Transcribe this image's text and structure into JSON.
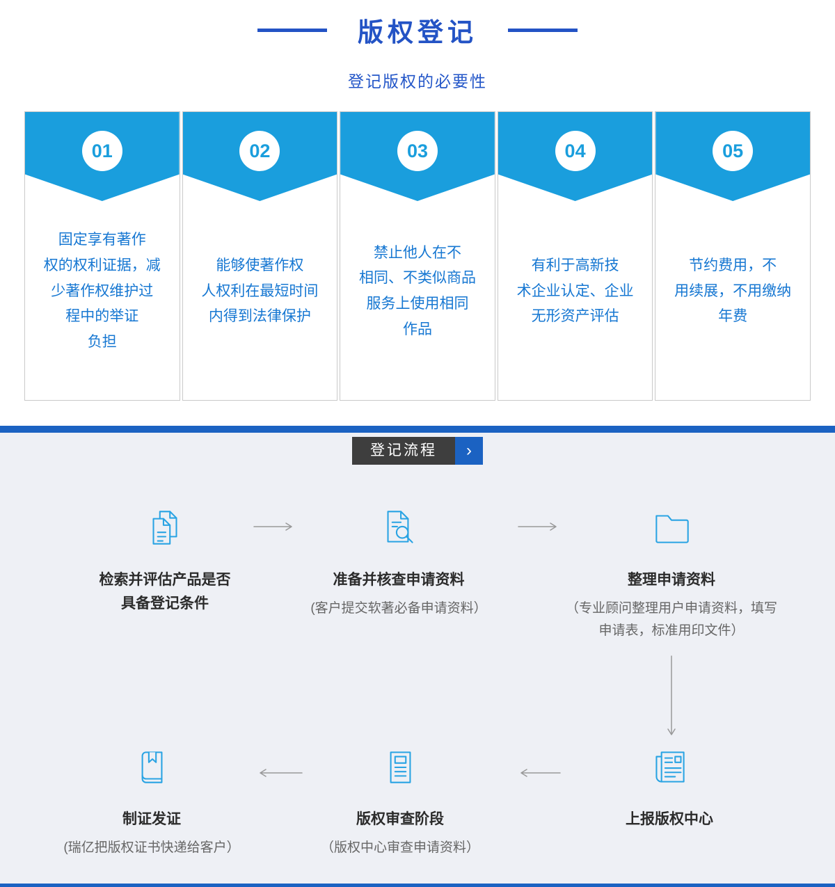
{
  "header": {
    "title": "版权登记",
    "subtitle": "登记版权的必要性"
  },
  "cards": [
    {
      "number": "01",
      "text": "固定享有著作\n权的权利证据，减\n少著作权维护过\n程中的举证\n负担"
    },
    {
      "number": "02",
      "text": "能够使著作权\n人权利在最短时间\n内得到法律保护"
    },
    {
      "number": "03",
      "text": "禁止他人在不\n相同、不类似商品\n服务上使用相同\n作品"
    },
    {
      "number": "04",
      "text": "有利于高新技\n术企业认定、企业\n无形资产评估"
    },
    {
      "number": "05",
      "text": "节约费用，不\n用续展，不用缴纳\n年费"
    }
  ],
  "process": {
    "label": "登记流程",
    "chevron": "›",
    "steps": [
      {
        "icon": "documents-icon",
        "title": "检索并评估产品是否\n具备登记条件",
        "subtitle": ""
      },
      {
        "icon": "document-search-icon",
        "title": "准备并核查申请资料",
        "subtitle": "(客户提交软著必备申请资料）"
      },
      {
        "icon": "folder-icon",
        "title": "整理申请资料",
        "subtitle": "（专业顾问整理用户申请资料，填写\n申请表，标准用印文件）"
      },
      {
        "icon": "newspaper-icon",
        "title": "上报版权中心",
        "subtitle": ""
      },
      {
        "icon": "document-lines-icon",
        "title": "版权审查阶段",
        "subtitle": "（版权中心审查申请资料）"
      },
      {
        "icon": "book-icon",
        "title": "制证发证",
        "subtitle": "(瑞亿把版权证书快递给客户）"
      }
    ]
  },
  "colors": {
    "title_blue": "#2353c5",
    "card_header_blue": "#1a9edd",
    "card_text_blue": "#1677d2",
    "bar_blue": "#1b62c2",
    "icon_blue": "#29a3e3",
    "label_dark": "#3e3e3e",
    "section_gray": "#eef0f5",
    "arrow_gray": "#999999"
  }
}
